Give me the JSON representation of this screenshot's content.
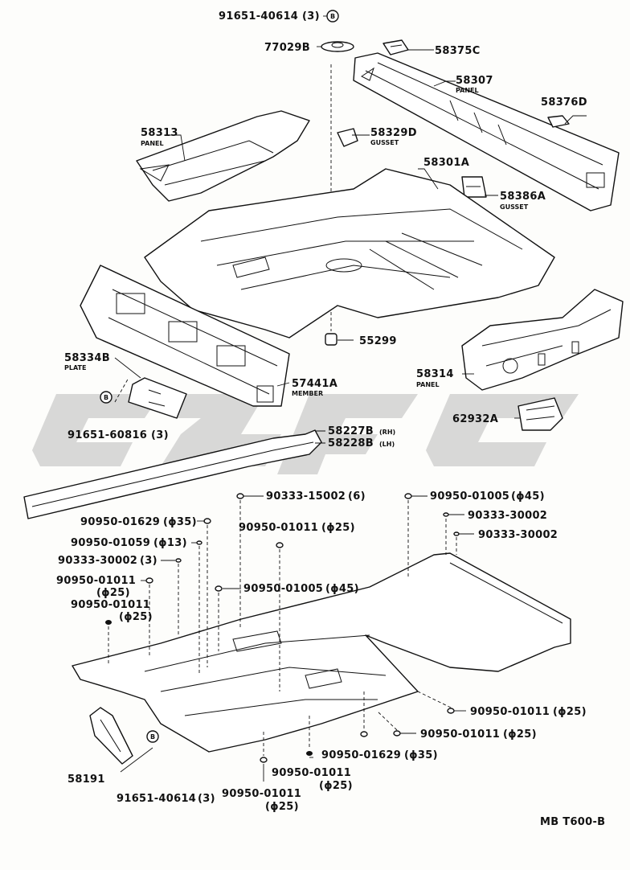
{
  "diagram": {
    "code": "MB T600-B",
    "callouts": [
      {
        "id": "91651-40614-top",
        "part": "91651-40614",
        "detail": "(3)",
        "symbol": "B"
      },
      {
        "id": "77029B",
        "part": "77029B",
        "detail": ""
      },
      {
        "id": "58375C",
        "part": "58375C",
        "detail": ""
      },
      {
        "id": "58307",
        "part": "58307",
        "detail": "PANEL"
      },
      {
        "id": "58376D",
        "part": "58376D",
        "detail": ""
      },
      {
        "id": "58313",
        "part": "58313",
        "detail": "PANEL"
      },
      {
        "id": "58329D",
        "part": "58329D",
        "detail": "GUSSET"
      },
      {
        "id": "58301A",
        "part": "58301A",
        "detail": ""
      },
      {
        "id": "58386A",
        "part": "58386A",
        "detail": "GUSSET"
      },
      {
        "id": "55299",
        "part": "55299",
        "detail": ""
      },
      {
        "id": "58334B",
        "part": "58334B",
        "detail": "PLATE"
      },
      {
        "id": "57441A",
        "part": "57441A",
        "detail": "MEMBER"
      },
      {
        "id": "58314",
        "part": "58314",
        "detail": "PANEL"
      },
      {
        "id": "91651-60816",
        "part": "91651-60816",
        "detail": "(3)",
        "symbol": "B"
      },
      {
        "id": "62932A",
        "part": "62932A",
        "detail": ""
      },
      {
        "id": "58227B",
        "part": "58227B",
        "detail": "(RH)"
      },
      {
        "id": "58228B",
        "part": "58228B",
        "detail": "(LH)"
      },
      {
        "id": "90333-15002",
        "part": "90333-15002",
        "detail": "(6)"
      },
      {
        "id": "90950-01005-a",
        "part": "90950-01005",
        "detail": "(ϕ45)"
      },
      {
        "id": "90333-30002-a",
        "part": "90333-30002",
        "detail": ""
      },
      {
        "id": "90333-30002-b",
        "part": "90333-30002",
        "detail": ""
      },
      {
        "id": "90950-01629-a",
        "part": "90950-01629",
        "detail": "(ϕ35)"
      },
      {
        "id": "90950-01011-a",
        "part": "90950-01011",
        "detail": "(ϕ25)"
      },
      {
        "id": "90950-01059",
        "part": "90950-01059",
        "detail": "(ϕ13)"
      },
      {
        "id": "90333-30002-c",
        "part": "90333-30002",
        "detail": "(3)"
      },
      {
        "id": "90950-01011-b",
        "part": "90950-01011",
        "detail": "(ϕ25)"
      },
      {
        "id": "90950-01005-b",
        "part": "90950-01005",
        "detail": "(ϕ45)"
      },
      {
        "id": "90950-01011-c",
        "part": "90950-01011",
        "detail": "(ϕ25)"
      },
      {
        "id": "90950-01011-d",
        "part": "90950-01011",
        "detail": "(ϕ25)"
      },
      {
        "id": "90950-01011-e",
        "part": "90950-01011",
        "detail": "(ϕ25)"
      },
      {
        "id": "90950-01629-b",
        "part": "90950-01629",
        "detail": "(ϕ35)"
      },
      {
        "id": "90950-01011-f",
        "part": "90950-01011",
        "detail": "(ϕ25)"
      },
      {
        "id": "90950-01011-g",
        "part": "90950-01011",
        "detail": "(ϕ25)"
      },
      {
        "id": "58191",
        "part": "58191",
        "detail": ""
      },
      {
        "id": "91651-40614-bottom",
        "part": "91651-40614",
        "detail": "(3)",
        "symbol": "B"
      }
    ]
  }
}
